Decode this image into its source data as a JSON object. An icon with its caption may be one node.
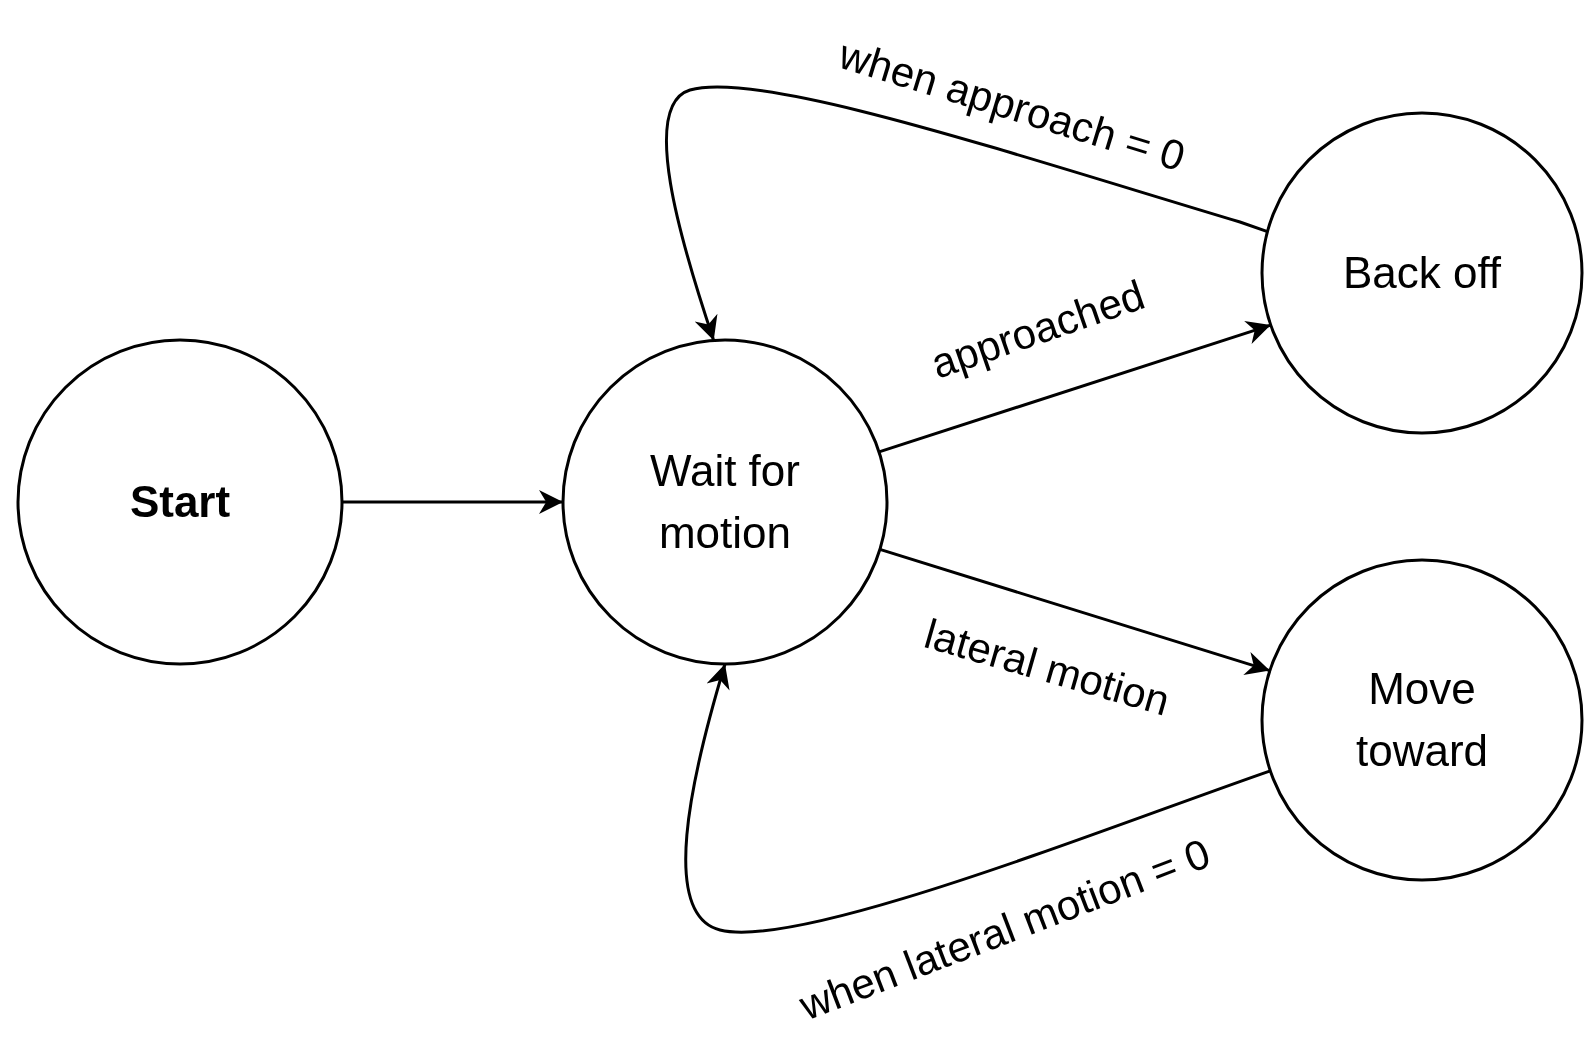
{
  "diagram": {
    "nodes": [
      {
        "text": [
          "Start"
        ]
      },
      {
        "text": [
          "Wait for motion"
        ]
      },
      {
        "text": [
          "Back off"
        ]
      },
      {
        "text": [
          "Move toward"
        ]
      }
    ],
    "edges": [
      {
        "from": 0,
        "to": 1,
        "arrow": "to"
      },
      {
        "from": 1,
        "to": 2,
        "arrow": "to",
        "label": "approached"
      },
      {
        "from": 2,
        "to": 1,
        "arrow": "to",
        "label": "when approach = 0"
      },
      {
        "from": 1,
        "to": 3,
        "arrow": "to",
        "label": "lateral motion"
      },
      {
        "from": 3,
        "to": 1,
        "arrow": "to",
        "label": "when lateral motion = 0"
      }
    ]
  }
}
